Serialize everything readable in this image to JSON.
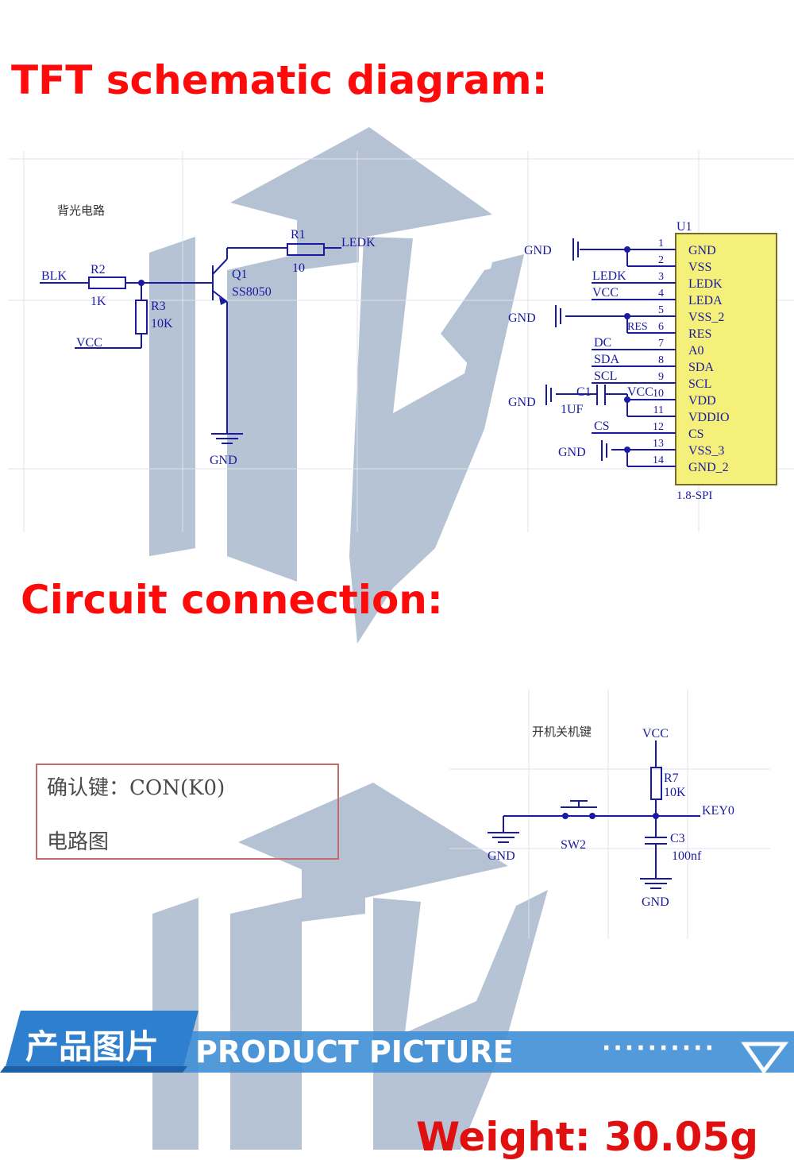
{
  "headings": {
    "schematic": "TFT schematic diagram:",
    "connection": "Circuit connection:"
  },
  "backlight": {
    "title": "背光电路",
    "blk": "BLK",
    "r2": "R2",
    "r2_value": "1K",
    "r3": "R3",
    "r3_value": "10K",
    "vcc": "VCC",
    "r1": "R1",
    "r1_value": "10",
    "ledk": "LEDK",
    "q1": "Q1",
    "q1_part": "SS8050",
    "gnd": "GND"
  },
  "connector": {
    "ref": "U1",
    "part": "1.8-SPI",
    "pins": [
      {
        "num": "1",
        "name": "GND"
      },
      {
        "num": "2",
        "name": "VSS"
      },
      {
        "num": "3",
        "name": "LEDK"
      },
      {
        "num": "4",
        "name": "LEDA"
      },
      {
        "num": "5",
        "name": "VSS_2"
      },
      {
        "num": "6",
        "name": "RES"
      },
      {
        "num": "7",
        "name": "A0"
      },
      {
        "num": "8",
        "name": "SDA"
      },
      {
        "num": "9",
        "name": "SCL"
      },
      {
        "num": "10",
        "name": "VDD"
      },
      {
        "num": "11",
        "name": "VDDIO"
      },
      {
        "num": "12",
        "name": "CS"
      },
      {
        "num": "13",
        "name": "VSS_3"
      },
      {
        "num": "14",
        "name": "GND_2"
      }
    ],
    "nets": {
      "gnd_1": "GND",
      "ledk": "LEDK",
      "vcc": "VCC",
      "gnd_2": "GND",
      "res": "RES",
      "dc": "DC",
      "sda": "SDA",
      "scl": "SCL",
      "gnd_3": "GND",
      "c1": "C1",
      "c1_value": "1UF",
      "vcc_10": "VCC",
      "cs": "CS",
      "gnd_4": "GND"
    }
  },
  "key_label": {
    "line1": "确认键：CON(K0)",
    "line2": "电路图"
  },
  "key_circuit": {
    "title": "开机关机键",
    "vcc": "VCC",
    "r7": "R7",
    "r7_value": "10K",
    "key": "KEY0",
    "c3": "C3",
    "c3_value": "100nf",
    "sw": "SW2",
    "gnd_left": "GND",
    "gnd_bottom": "GND"
  },
  "banner": {
    "cn": "产品图片",
    "en": "PRODUCT PICTURE",
    "dots": "··········"
  },
  "weight": "Weight: 30.05g",
  "colors": {
    "heading": "#ff0a0a",
    "wire": "#1a1aa0",
    "connector_fill": "#f5f07a",
    "watermark": "#a9b8cc",
    "banner": "#3f8fd6"
  }
}
